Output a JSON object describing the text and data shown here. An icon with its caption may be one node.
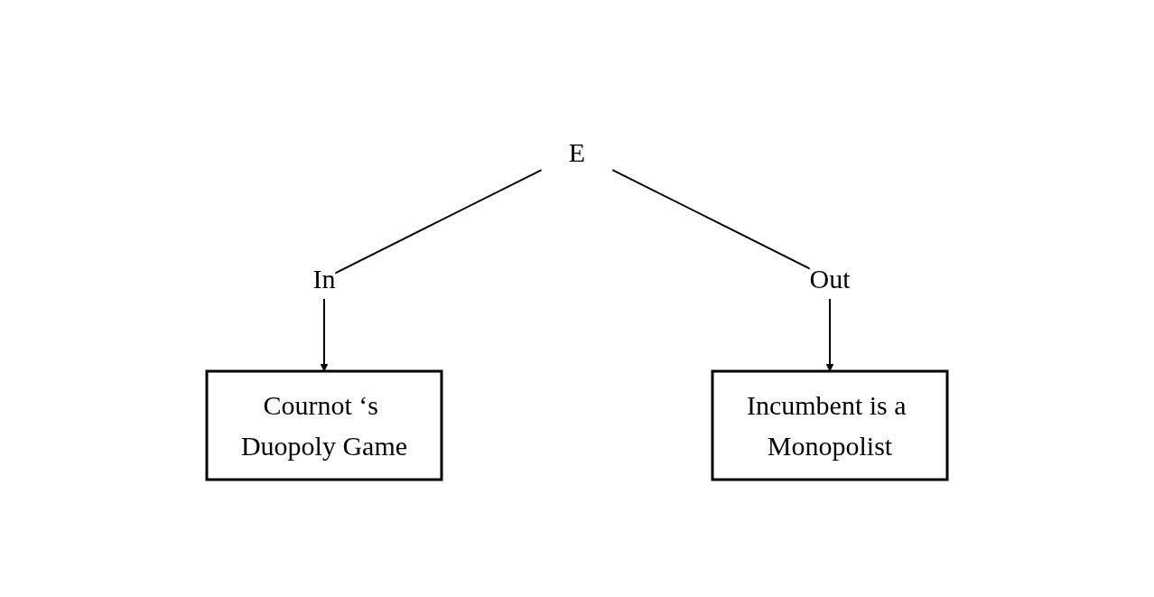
{
  "diagram": {
    "nodes": [
      {
        "text": [
          "E"
        ]
      },
      {
        "text": [
          "Cournot ‘s Duopoly Game"
        ]
      },
      {
        "text": [
          "Incumbent is a Monopolist"
        ]
      }
    ],
    "edges": [
      {
        "from": 0,
        "to": 1,
        "arrow": "to",
        "label": "In"
      },
      {
        "from": 0,
        "to": 2,
        "arrow": "to",
        "label": "Out"
      }
    ]
  }
}
